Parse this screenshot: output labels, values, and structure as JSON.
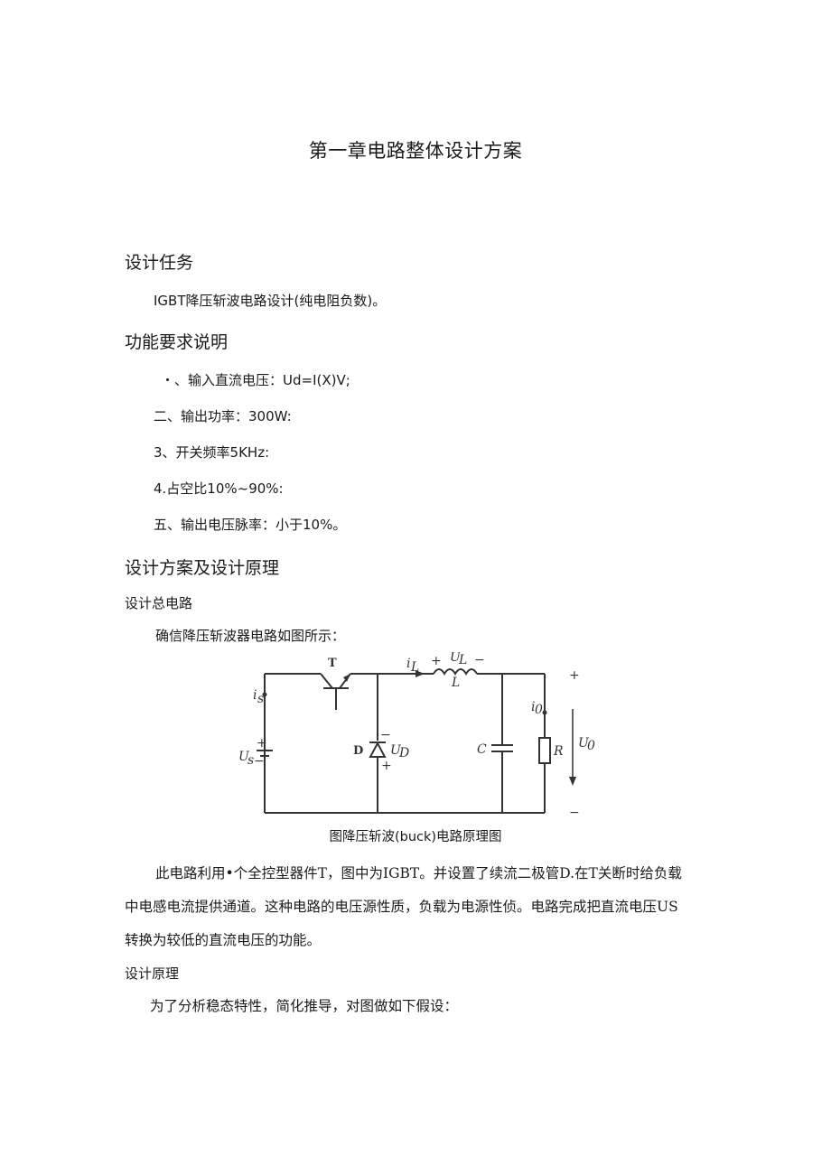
{
  "document": {
    "chapter_title": "第一章电路整体设计方案",
    "sections": [
      {
        "heading": "设计任务",
        "paragraphs": [
          "IGBT降压斩波电路设计(纯电阻负数)。"
        ]
      },
      {
        "heading": "功能要求说明",
        "items": [
          "・、输入直流电压：Ud=I(X)V;",
          "二、输出功率：300W:",
          "3、开关频率5KHz:",
          "4.占空比10%~90%:",
          "五、输出电压脉率：小于10%。"
        ]
      },
      {
        "heading": "设计方案及设计原理",
        "subsections": [
          {
            "heading": "设计总电路",
            "intro": "确信降压斩波器电路如图所示：",
            "figure_caption": "图降压斩波(buck)电路原理图",
            "body_lines": [
              "此电路利用•个全控型器件T，图中为IGBT。并设置了续流二极管D.在T关断时给负载",
              "中电感电流提供通道。这种电路的电压源性质，负载为电源性侦。电路完成把直流电压US",
              "转换为较低的直流电压的功能。"
            ]
          },
          {
            "heading": "设计原理",
            "intro": "为了分析稳态特性，简化推导，对图做如下假设："
          }
        ]
      }
    ],
    "circuit": {
      "labels": {
        "transistor": "T",
        "source_current": "i",
        "source_current_sub": "s",
        "source_voltage": "U",
        "source_voltage_sub": "s",
        "diode": "D",
        "diode_voltage": "U",
        "diode_voltage_sub": "D",
        "inductor_current": "i",
        "inductor_current_sub": "L",
        "inductor_voltage": "U",
        "inductor_voltage_sub": "L",
        "inductor": "L",
        "capacitor": "C",
        "load_current": "i",
        "load_current_sub": "0",
        "resistor": "R",
        "output_voltage": "U",
        "output_voltage_sub": "0",
        "plus": "+",
        "minus": "−"
      }
    }
  }
}
